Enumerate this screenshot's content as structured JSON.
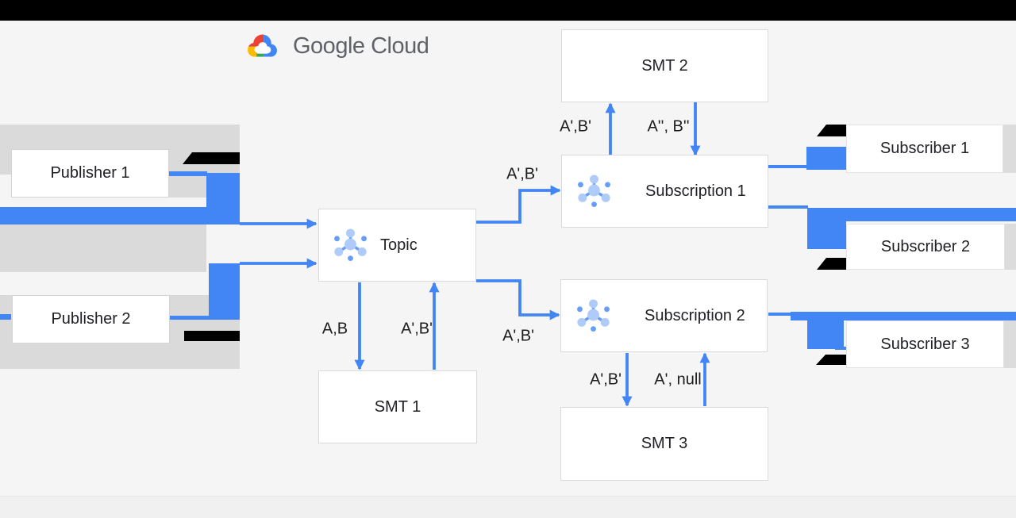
{
  "logo": {
    "label": "Google Cloud"
  },
  "diagram": {
    "nodes": {
      "publisher1": {
        "label": "Publisher 1"
      },
      "publisher2": {
        "label": "Publisher 2"
      },
      "topic": {
        "label": "Topic"
      },
      "smt1": {
        "label": "SMT 1"
      },
      "smt2": {
        "label": "SMT 2"
      },
      "smt3": {
        "label": "SMT 3"
      },
      "subscription1": {
        "label": "Subscription 1"
      },
      "subscription2": {
        "label": "Subscription 2"
      },
      "subscriber1": {
        "label": "Subscriber 1"
      },
      "subscriber2": {
        "label": "Subscriber 2"
      },
      "subscriber3": {
        "label": "Subscriber 3"
      }
    },
    "edge_labels": {
      "topic_to_smt1": "A,B",
      "smt1_to_topic": "A',B'",
      "topic_to_sub1": "A',B'",
      "sub1_to_smt2": "A',B'",
      "smt2_to_sub1": "A'', B''",
      "topic_to_sub2": "A',B'",
      "sub2_to_smt3": "A',B'",
      "smt3_to_sub2": "A', null"
    },
    "colors": {
      "arrow_blue": "#4285f4",
      "icon_light_blue": "#aecbfa",
      "icon_mid_blue": "#669df6",
      "logo_text_gray": "#5f6368"
    }
  }
}
